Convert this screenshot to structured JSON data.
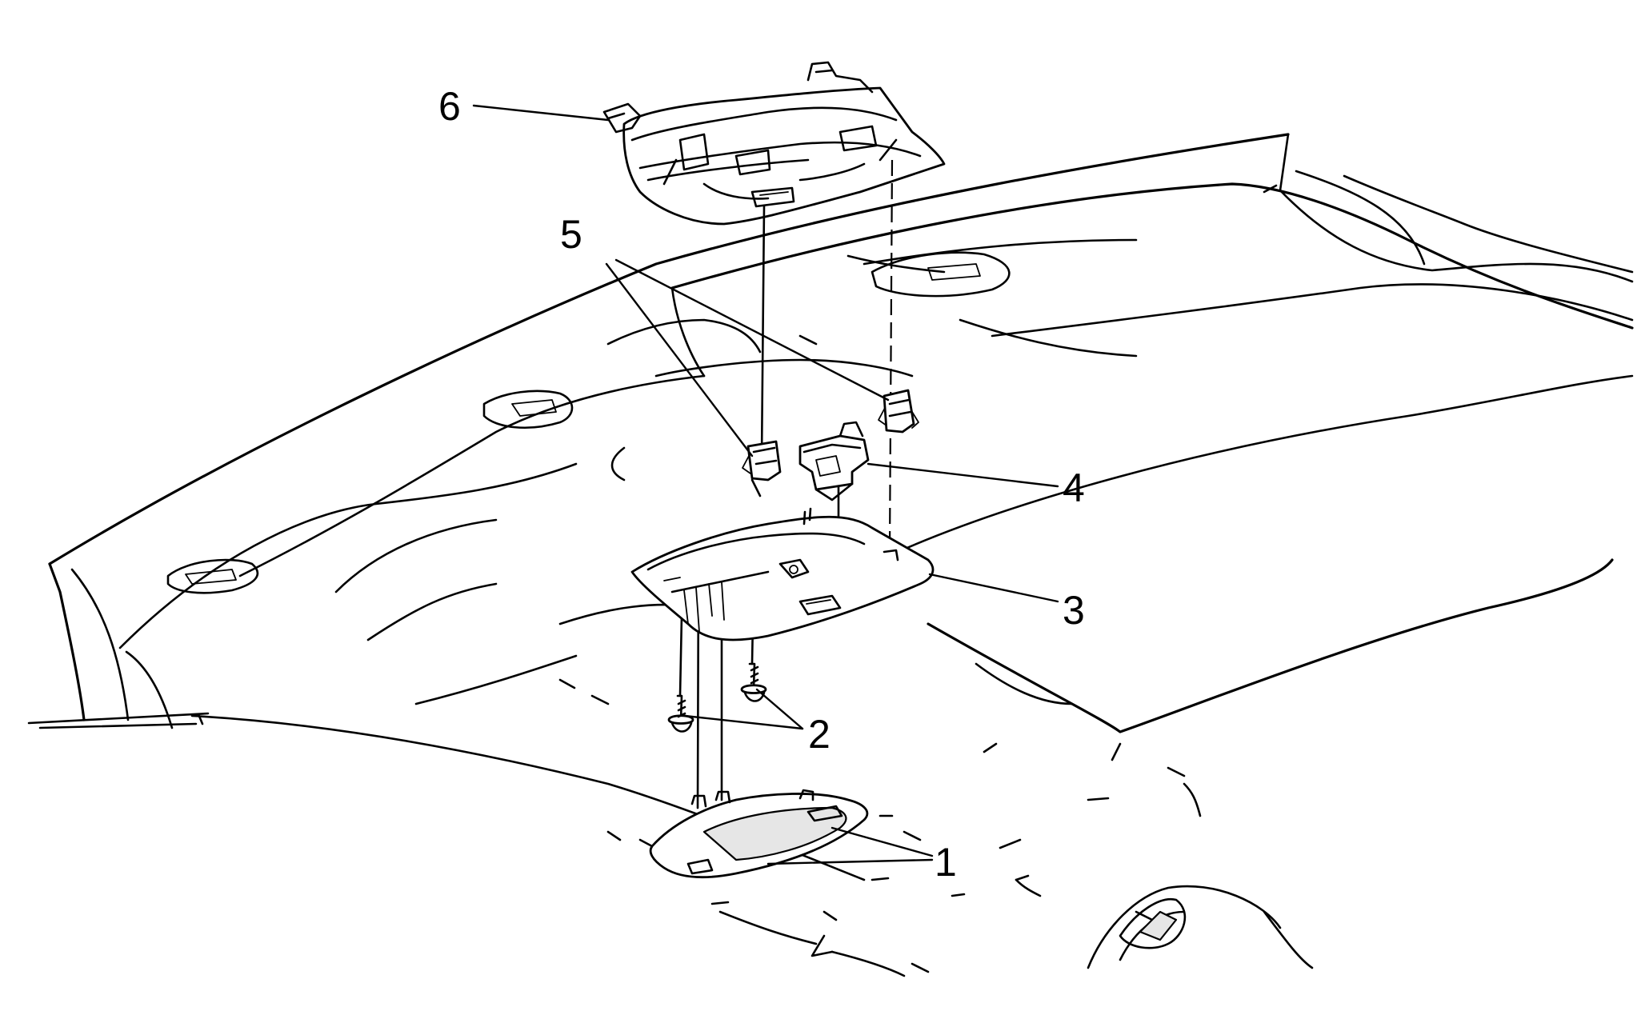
{
  "callouts": [
    {
      "id": "1",
      "label": "1"
    },
    {
      "id": "2",
      "label": "2"
    },
    {
      "id": "3",
      "label": "3"
    },
    {
      "id": "4",
      "label": "4"
    },
    {
      "id": "5",
      "label": "5"
    },
    {
      "id": "6",
      "label": "6"
    }
  ],
  "colors": {
    "line": "#000000",
    "background": "#ffffff",
    "part_shade": "#e6e6e6"
  }
}
